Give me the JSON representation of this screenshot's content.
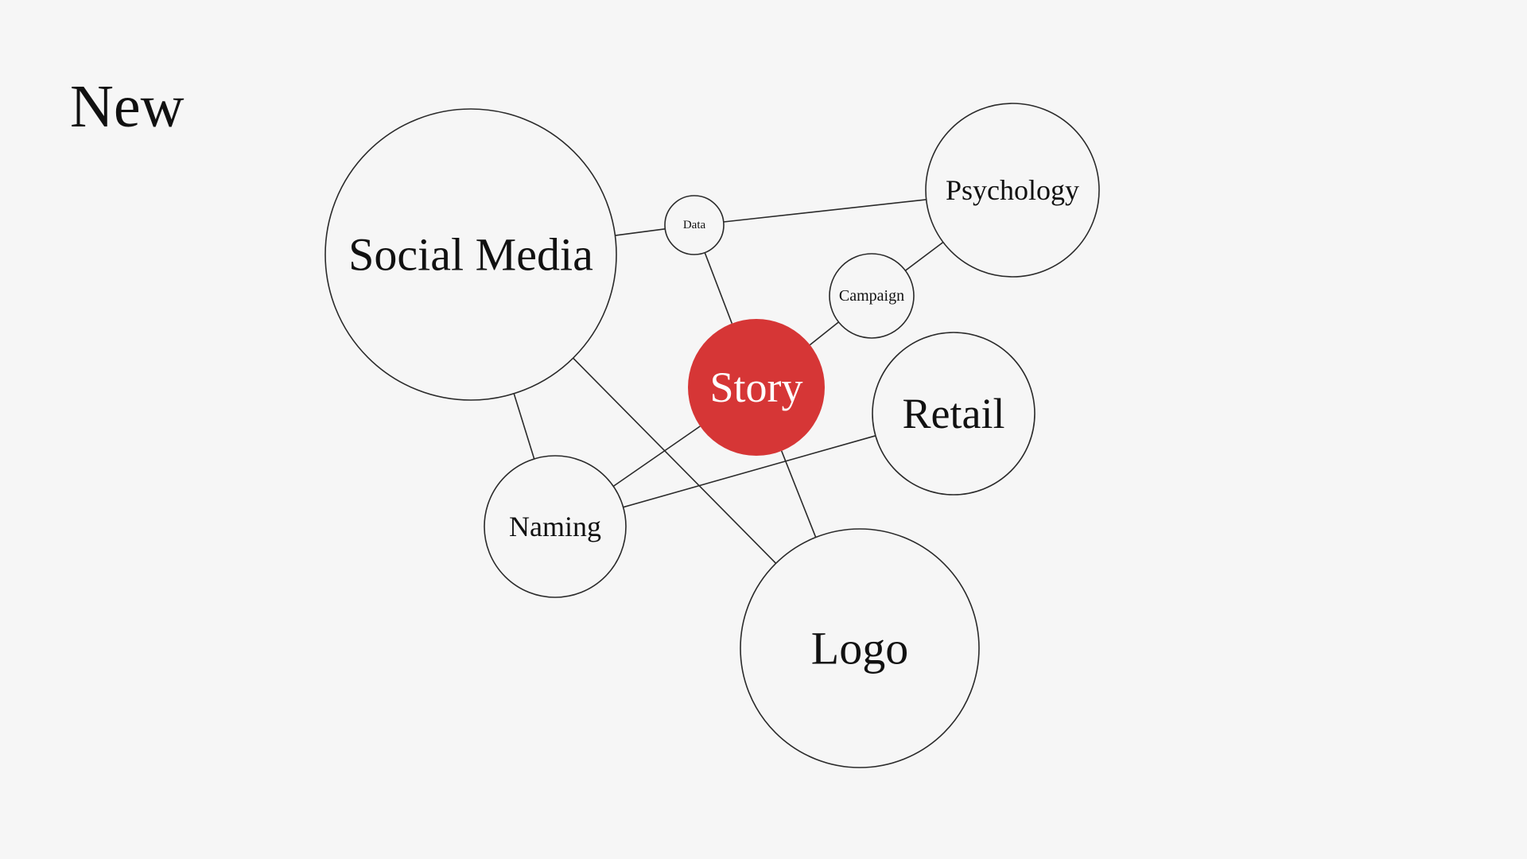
{
  "slide": {
    "title": "New"
  },
  "colors": {
    "background": "#f6f6f6",
    "stroke": "#2a2a2a",
    "highlight": "#d63636",
    "text": "#111111",
    "highlight_text": "#ffffff"
  },
  "diagram": {
    "nodes": [
      {
        "id": "social-media",
        "label": "Social Media"
      },
      {
        "id": "data",
        "label": "Data"
      },
      {
        "id": "psychology",
        "label": "Psychology"
      },
      {
        "id": "campaign",
        "label": "Campaign"
      },
      {
        "id": "story",
        "label": "Story",
        "highlight": true
      },
      {
        "id": "retail",
        "label": "Retail"
      },
      {
        "id": "naming",
        "label": "Naming"
      },
      {
        "id": "logo",
        "label": "Logo"
      }
    ],
    "edges": [
      {
        "from": "social-media",
        "to": "data"
      },
      {
        "from": "data",
        "to": "psychology"
      },
      {
        "from": "data",
        "to": "story"
      },
      {
        "from": "psychology",
        "to": "campaign"
      },
      {
        "from": "campaign",
        "to": "story"
      },
      {
        "from": "social-media",
        "to": "naming"
      },
      {
        "from": "social-media",
        "to": "logo"
      },
      {
        "from": "story",
        "to": "naming"
      },
      {
        "from": "story",
        "to": "logo"
      },
      {
        "from": "retail",
        "to": "naming"
      }
    ]
  }
}
